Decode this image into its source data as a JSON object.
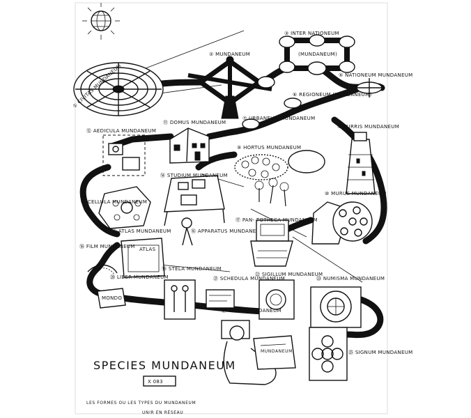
{
  "drawing": {
    "title": "SPECIES MUNDANEUM",
    "reference": "X 083",
    "caption_line1": "LES FORMES OU LES TYPES DU MUNDANEUM",
    "caption_line2": "UNIR EN RÉSEAU",
    "labels": {
      "civitas": "① CIVITAS MUNDANEUM",
      "mundaneum": "② MUNDANEUM",
      "internationeum": "③ INTER NATIONEUM",
      "mundaneum_sub": "(MUNDANEUM)",
      "nationeum": "⑤ NATIONEUM MUNDANEUM",
      "regioneum": "⑥ REGIONEUM (MUNDANEUM)",
      "urbaneum": "⑦ URBANEUM MUNDANEUM",
      "turris": "⑧ TURRIS MUNDANEUM",
      "domus": "⑪ DOMUS MUNDANEUM",
      "aedicula": "⑫ AEDICULA MUNDANEUM",
      "hortus": "⑨ HORTUS MUNDANEUM",
      "studium": "⑭ STUDIUM MUNDANEUM",
      "cellula": "⑬ CELLULA MUNDANEUM",
      "murus": "⑩ MURUS MUNDANEUM",
      "atlas_label": "⑮ ATLAS MUNDANEUM",
      "atlas_book": "ATLAS",
      "apparatus": "⑯ APPARATUS MUNDANEUM",
      "pantotheca": "⑰ PAN- TOTHECA MUNDANEUM",
      "film": "⑱ FILM MUNDANEUM",
      "stela": "⑲ STELA MUNDANEUM",
      "liber": "⑳ LIBER MUNDANEUM",
      "mondo": "MONDO",
      "schedula": "㉑ SCHEDULA MUNDANEUM",
      "sigillum": "㉒ SIGILLUM MUNDANEUM",
      "numisma": "㉓ NUMISMA MUNDANEUM",
      "homo": "㉔ HOMO MUNDANEUM",
      "signum": "㉕ SIGNUM MUNDANEUM",
      "note_mundaneum": "MUNDANEUM"
    }
  }
}
